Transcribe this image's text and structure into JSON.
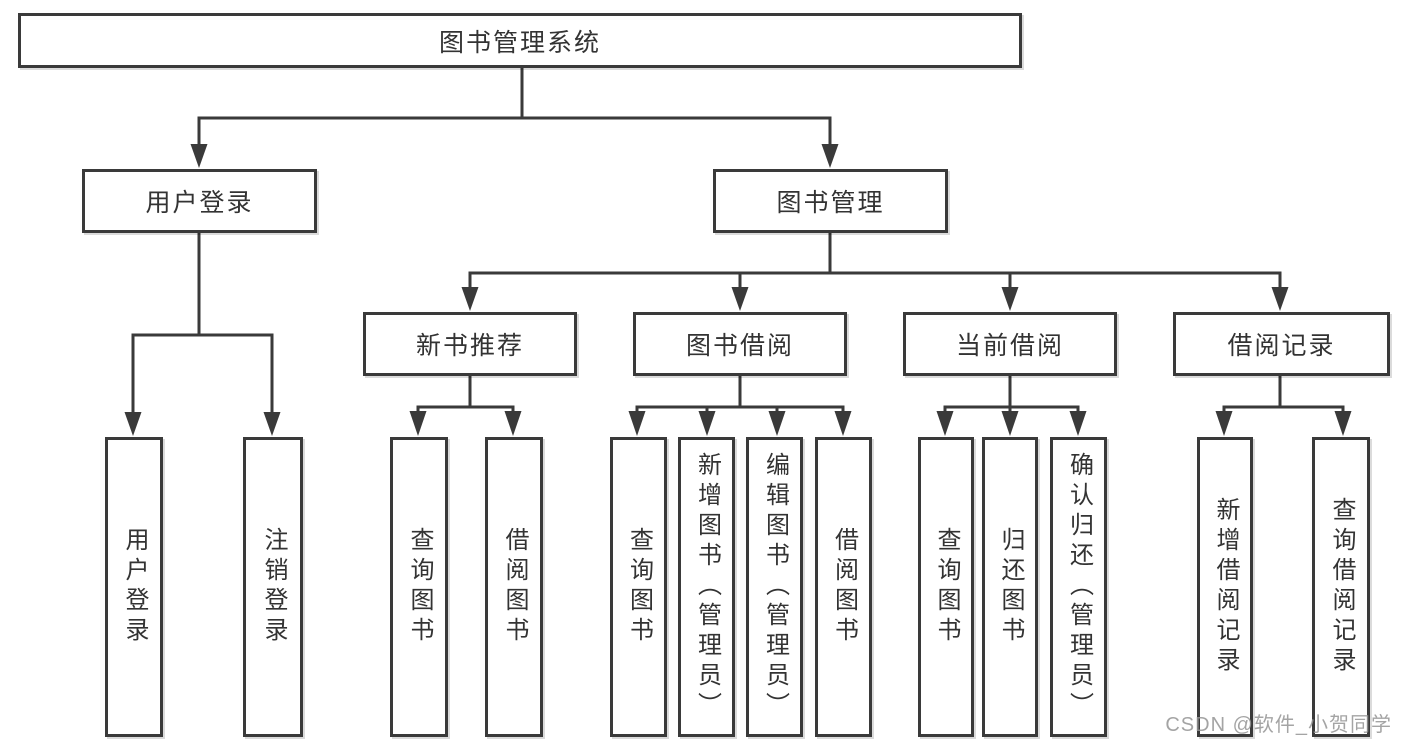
{
  "diagram": {
    "root": "图书管理系统",
    "level2": {
      "user_login": "用户登录",
      "book_mgmt": "图书管理"
    },
    "level3": {
      "new_book": "新书推荐",
      "book_borrow": "图书借阅",
      "current_borrow": "当前借阅",
      "borrow_record": "借阅记录"
    },
    "leaves": {
      "user_login": "用户登录",
      "logout": "注销登录",
      "nb_query": "查询图书",
      "nb_borrow": "借阅图书",
      "bb_query": "查询图书",
      "bb_add": "新增图书（管理员）",
      "bb_edit": "编辑图书（管理员）",
      "bb_borrow": "借阅图书",
      "cb_query": "查询图书",
      "cb_return": "归还图书",
      "cb_confirm": "确认归还（管理员）",
      "br_add": "新增借阅记录",
      "br_query": "查询借阅记录"
    }
  },
  "watermark": "CSDN @软件_小贺同学",
  "colors": {
    "line": "#3a3a3a",
    "text": "#333333",
    "box_background": "#ffffff",
    "watermark": "#949494",
    "background": "#ffffff"
  }
}
